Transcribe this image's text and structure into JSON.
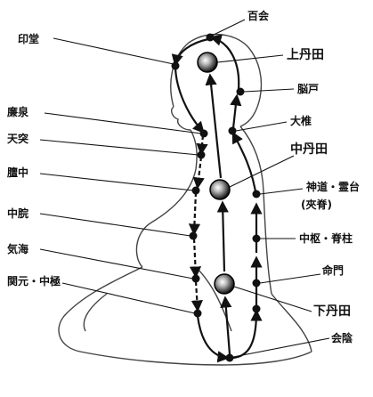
{
  "diagram": {
    "points": {
      "baihui": "百会",
      "yintang": "印堂",
      "kami_tanden": "上丹田",
      "naoko": "脳戸",
      "renquan": "廉泉",
      "tianzhu": "天突",
      "dazhui": "大椎",
      "naka_tanden": "中丹田",
      "danzhong": "膻中",
      "shendao_lingtai": "神道・霊台",
      "jiaji": "(夾脊)",
      "zhongwan": "中脘",
      "zhongshu_jizhu": "中枢・脊柱",
      "qihai": "気海",
      "mingmen": "命門",
      "guanyuan_zhongji": "関元・中極",
      "shimo_tanden": "下丹田",
      "huiyin": "会陰"
    }
  }
}
